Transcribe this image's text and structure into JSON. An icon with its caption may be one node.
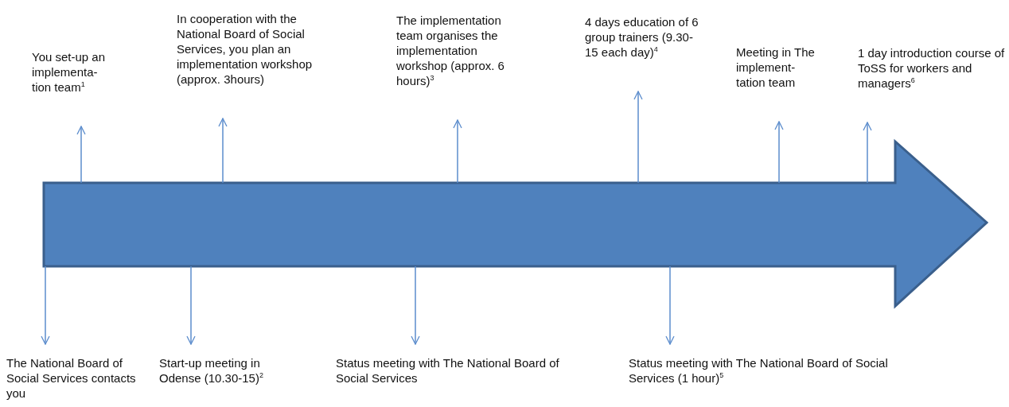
{
  "diagram": {
    "nodes": [
      {
        "text": [],
        "shape": "arrow"
      },
      {
        "text": [
          "The National Board of Social Services contacts you"
        ]
      },
      {
        "text": [
          "You set-up an implementa- tion team$^{1}$"
        ]
      },
      {
        "text": [
          "Start-up meeting in Odense (10.30-15)$^{2}$"
        ]
      },
      {
        "text": [
          "In cooperation with the National Board of Social Services, you plan an implementation workshop (approx. 3hours)"
        ]
      },
      {
        "text": [
          "Status meeting with The National Board of Social Services"
        ]
      },
      {
        "text": [
          "The implementation team organises the implementation workshop (approx. 6 hours)$^{3}$"
        ]
      },
      {
        "text": [
          "4 days education of 6 group trainers (9.30-15 each day)$^{4}$"
        ]
      },
      {
        "text": [
          "Status meeting with The National Board of Social Services (1 hour)$^{5}$"
        ]
      },
      {
        "text": [
          "Meeting in The implement- tation team"
        ]
      },
      {
        "text": [
          "1 day introduction course of ToSS for workers and managers$^{6}$"
        ]
      }
    ],
    "edges": [
      {
        "from": 0,
        "to": 1,
        "arrow": "to"
      },
      {
        "from": 0,
        "to": 2,
        "arrow": "to"
      },
      {
        "from": 0,
        "to": 3,
        "arrow": "to"
      },
      {
        "from": 0,
        "to": 4,
        "arrow": "to"
      },
      {
        "from": 0,
        "to": 5,
        "arrow": "to"
      },
      {
        "from": 0,
        "to": 6,
        "arrow": "to"
      },
      {
        "from": 0,
        "to": 7,
        "arrow": "to"
      },
      {
        "from": 0,
        "to": 8,
        "arrow": "to"
      },
      {
        "from": 0,
        "to": 9,
        "arrow": "to"
      },
      {
        "from": 0,
        "to": 10,
        "arrow": "to"
      }
    ]
  }
}
